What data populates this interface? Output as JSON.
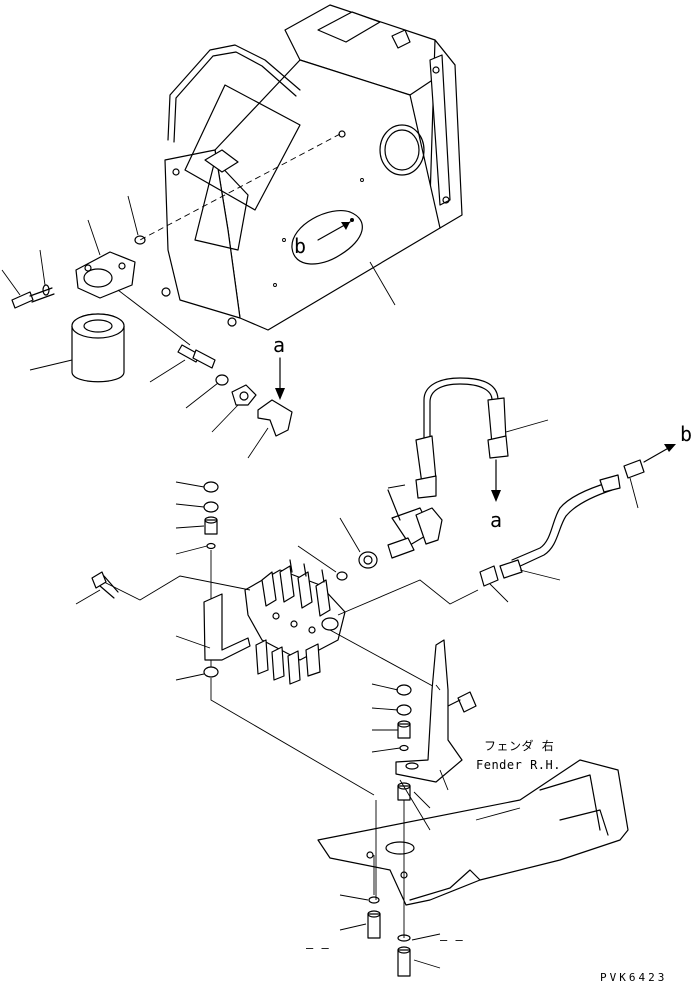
{
  "labels": {
    "b_top": "b",
    "a_top": "a",
    "a_mid": "a",
    "b_right": "b"
  },
  "fender": {
    "jp": "フェンダ 右",
    "en": "Fender R.H."
  },
  "drawing_code": "PVK6423",
  "dashes": {
    "left": "— —",
    "right": "— —"
  }
}
